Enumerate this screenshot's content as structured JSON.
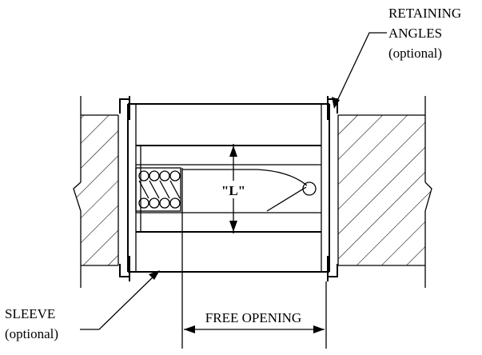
{
  "labels": {
    "retaining_angles": [
      "RETAINING",
      "ANGLES",
      "(optional)"
    ],
    "sleeve": [
      "SLEEVE",
      "(optional)"
    ],
    "dimension_L": "\"L\"",
    "free_opening": "FREE OPENING"
  },
  "colors": {
    "line": "#000000",
    "background": "#ffffff"
  }
}
